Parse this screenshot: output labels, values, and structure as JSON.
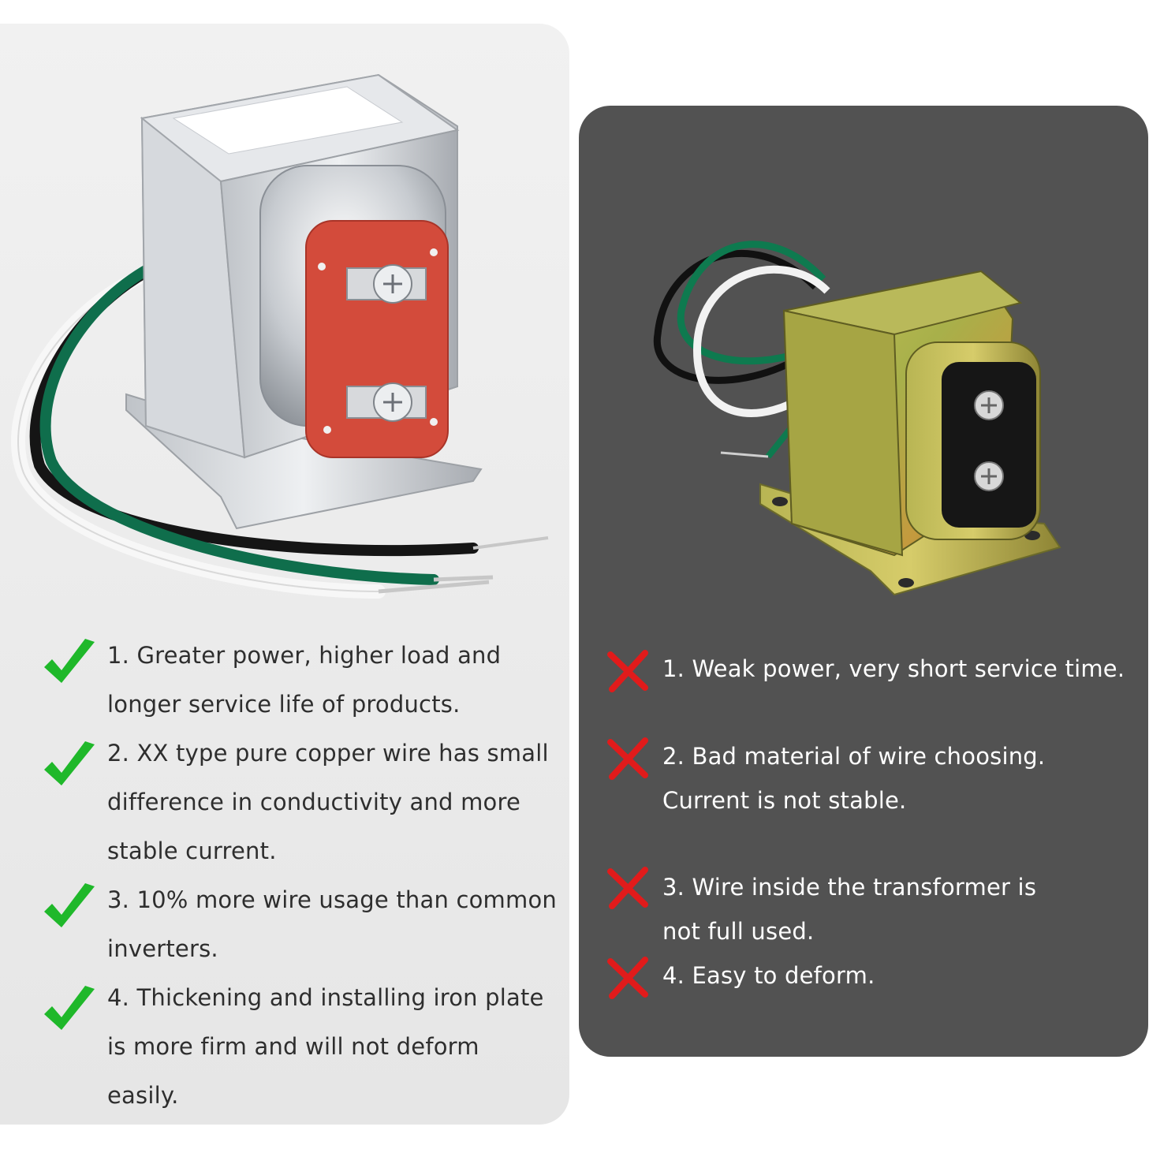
{
  "good_panel": {
    "check_color": "#1fb82a",
    "items": [
      {
        "text": "1. Greater power, higher load and longer service life of products."
      },
      {
        "text": "2. XX type pure copper wire has small difference in conductivity and more stable current."
      },
      {
        "text": "3. 10% more wire usage than common inverters."
      },
      {
        "text": "4. Thickening and installing iron plate is more firm and will not deform easily."
      }
    ]
  },
  "bad_panel": {
    "cross_color": "#e11b1b",
    "items": [
      {
        "text": "1. Weak power, very short service time."
      },
      {
        "text": "2. Bad material of wire choosing. Current is not stable."
      },
      {
        "text": "3. Wire inside the transformer is not full used."
      },
      {
        "text": "4. Easy to deform."
      }
    ]
  },
  "images": {
    "good_product": "silver-doorbell-transformer-red-terminal-plate",
    "bad_product": "brass-doorbell-transformer-black-terminal-plate"
  }
}
